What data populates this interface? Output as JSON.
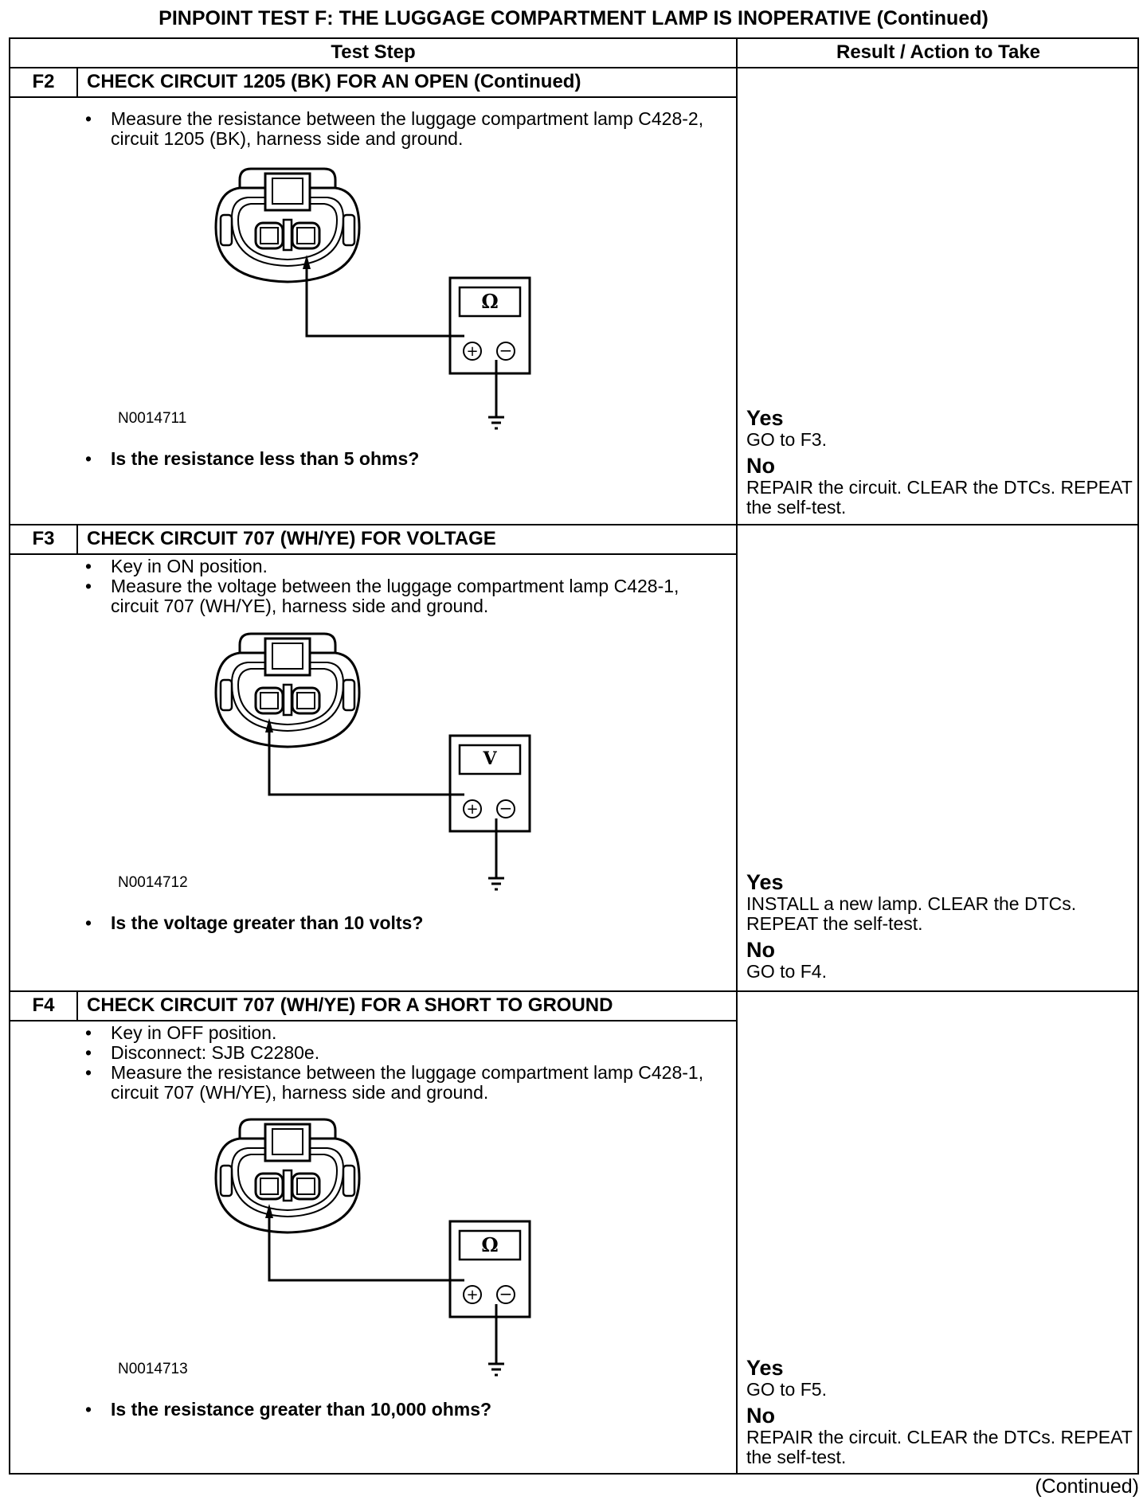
{
  "title": "PINPOINT TEST  F: THE LUGGAGE COMPARTMENT LAMP IS INOPERATIVE (Continued)",
  "table": {
    "col_test_step": "Test Step",
    "col_result": "Result / Action to Take"
  },
  "steps": [
    {
      "id": "F2",
      "title": "CHECK CIRCUIT 1205 (BK) FOR AN OPEN (Continued)",
      "instructions": [
        "Measure the resistance between the luggage compartment lamp C428-2, circuit 1205 (BK), harness side and ground."
      ],
      "meter_symbol": "Ω",
      "figure_id": "N0014711",
      "question": "Is the resistance less than 5 ohms?",
      "yes_label": "Yes",
      "yes_action": "GO to F3.",
      "no_label": "No",
      "no_action": "REPAIR the circuit. CLEAR the DTCs. REPEAT the self-test."
    },
    {
      "id": "F3",
      "title": "CHECK CIRCUIT 707 (WH/YE) FOR VOLTAGE",
      "instructions": [
        "Key in ON position.",
        "Measure the voltage between the luggage compartment lamp C428-1, circuit 707 (WH/YE), harness side and ground."
      ],
      "meter_symbol": "V",
      "figure_id": "N0014712",
      "question": "Is the voltage greater than 10 volts?",
      "yes_label": "Yes",
      "yes_action": "INSTALL a new lamp. CLEAR the DTCs. REPEAT the self-test.",
      "no_label": "No",
      "no_action": "GO to F4."
    },
    {
      "id": "F4",
      "title": "CHECK CIRCUIT 707 (WH/YE) FOR A SHORT TO GROUND",
      "instructions": [
        "Key in OFF position.",
        "Disconnect: SJB C2280e.",
        "Measure the resistance between the luggage compartment lamp C428-1, circuit 707 (WH/YE), harness side and ground."
      ],
      "meter_symbol": "Ω",
      "figure_id": "N0014713",
      "question": "Is the resistance greater than 10,000 ohms?",
      "yes_label": "Yes",
      "yes_action": "GO to F5.",
      "no_label": "No",
      "no_action": "REPAIR the circuit. CLEAR the DTCs. REPEAT the self-test."
    }
  ],
  "footer": "(Continued)"
}
